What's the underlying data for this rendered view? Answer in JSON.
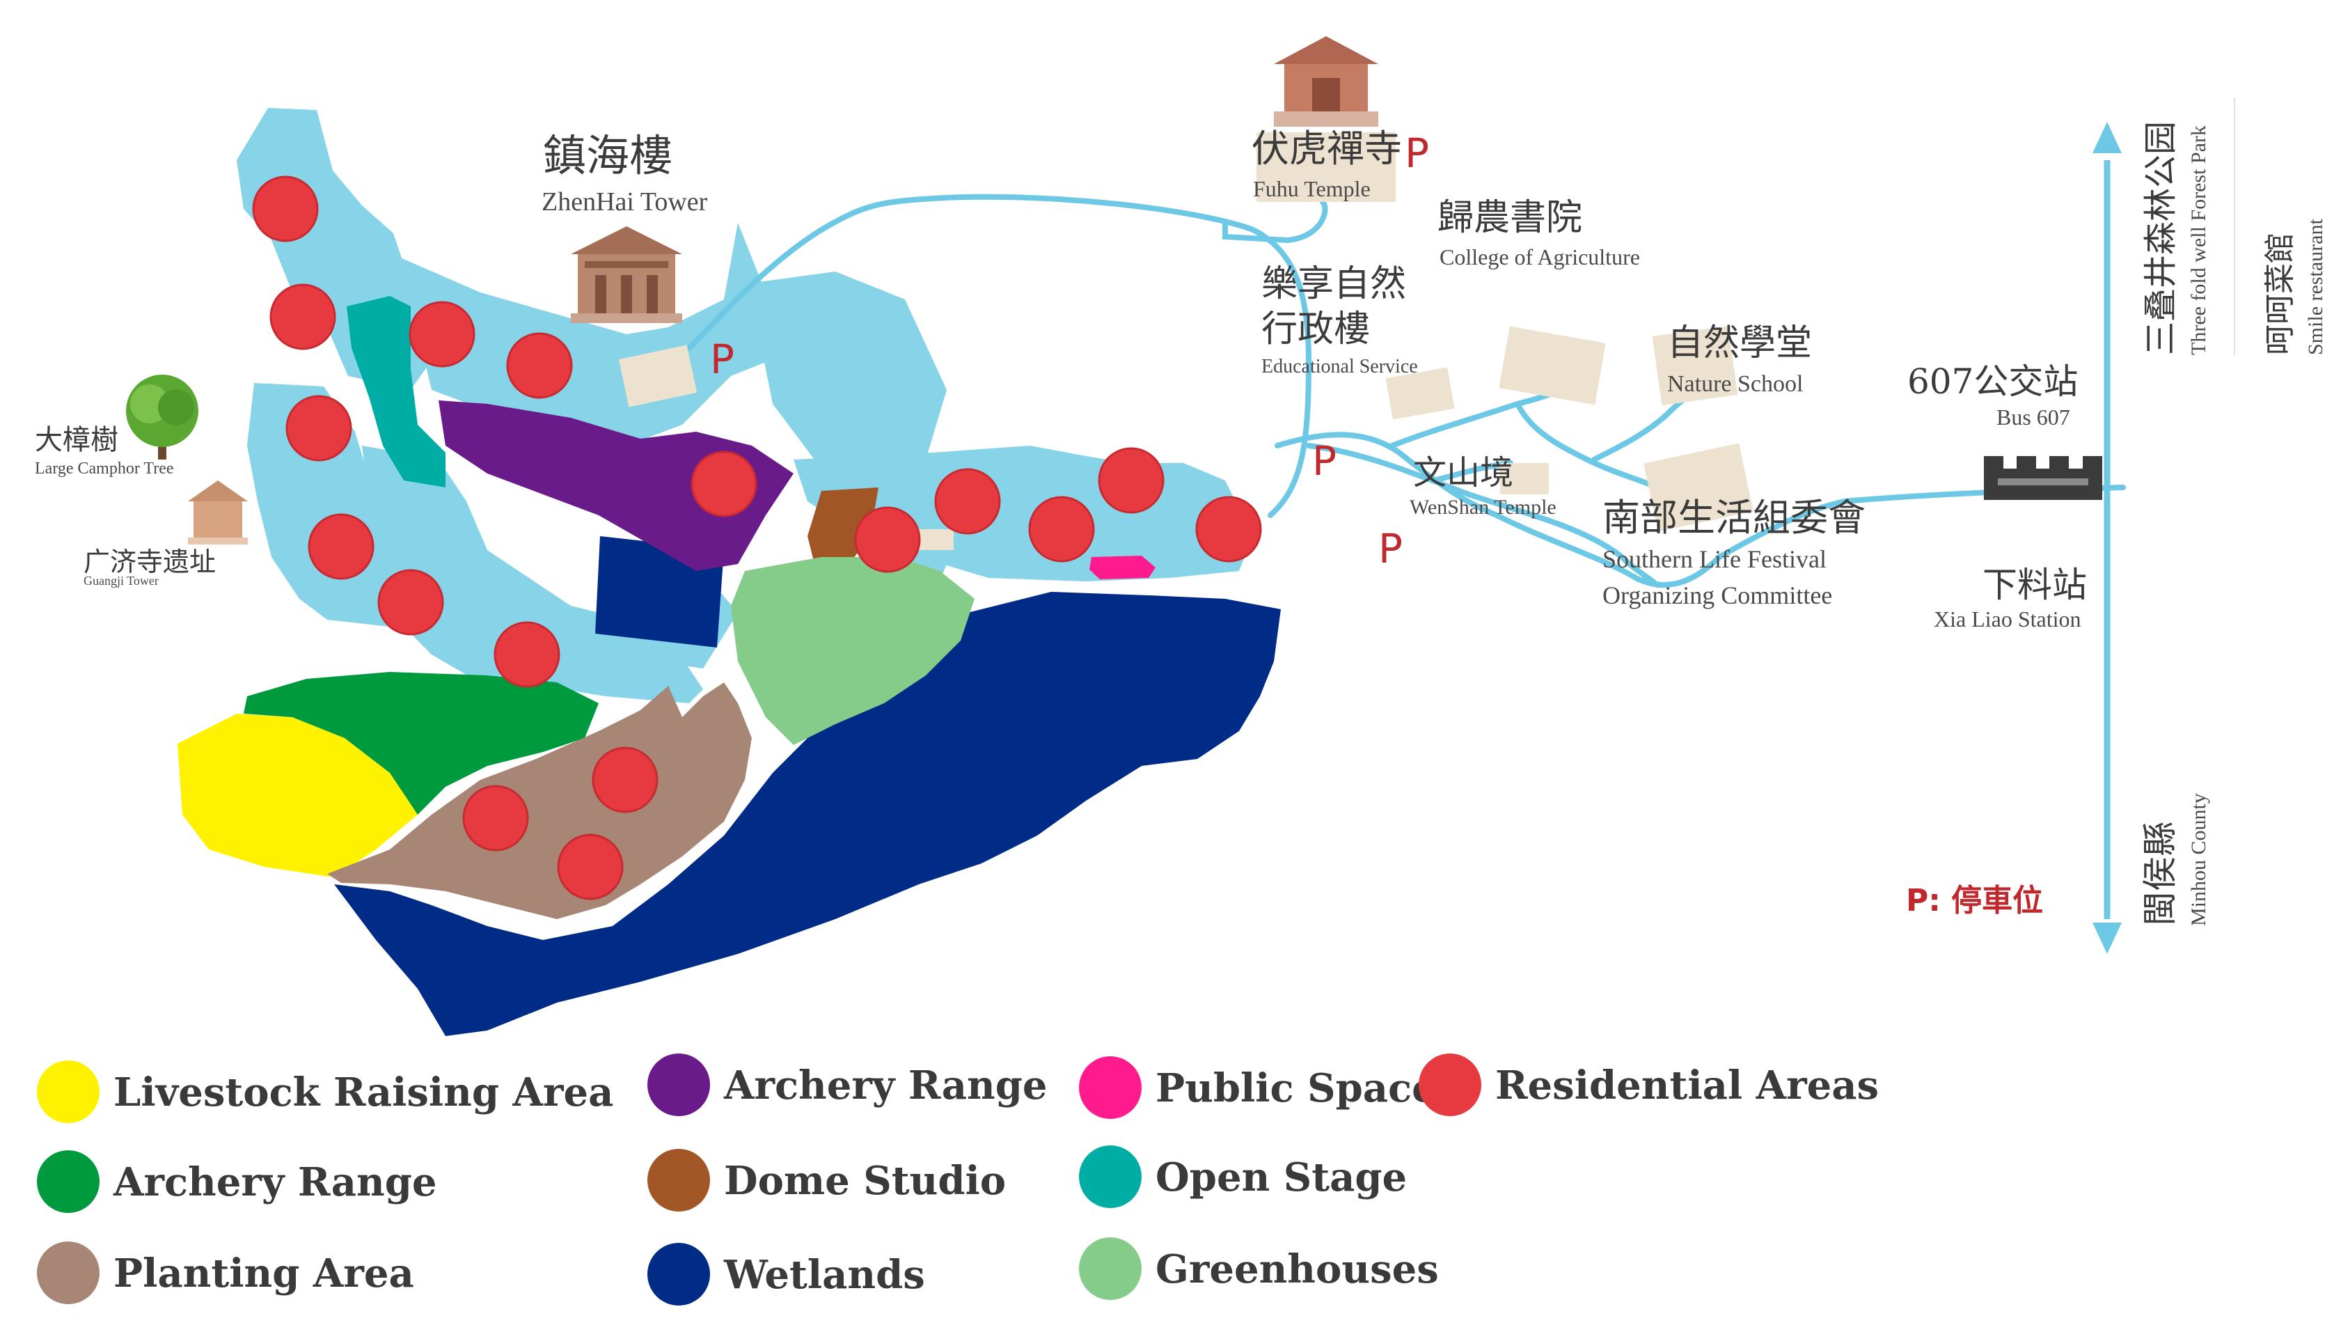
{
  "colors": {
    "water": "#87d3e8",
    "road": "#6cc8e4",
    "building": "#ece2cf",
    "livestock": "#fff200",
    "archery_green": "#009a3e",
    "planting": "#a88676",
    "archery_purple": "#6a1b8a",
    "dome": "#a25525",
    "wetlands": "#002c87",
    "public": "#ff1b8d",
    "stage": "#00ada5",
    "greenhouses": "#85cc8a",
    "residential": "#e63a40",
    "parking": "#c0282d"
  },
  "places": {
    "zhenhai": {
      "zh": "鎮海樓",
      "en": "ZhenHai Tower"
    },
    "fuhu": {
      "zh": "伏虎禪寺",
      "en": "Fuhu Temple"
    },
    "agriculture": {
      "zh": "歸農書院",
      "en": "College of Agriculture"
    },
    "educational": {
      "zh1": "樂享自然",
      "zh2": "行政樓",
      "en": "Educational Service"
    },
    "nature_school": {
      "zh": "自然學堂",
      "en": "Nature School"
    },
    "wenshan": {
      "zh": "文山境",
      "en": "WenShan Temple"
    },
    "southern": {
      "zh": "南部生活組委會",
      "en1": "Southern Life Festival",
      "en2": "Organizing Committee"
    },
    "bus": {
      "zh": "607公交站",
      "en": "Bus 607"
    },
    "xialiao": {
      "zh": "下料站",
      "en": "Xia Liao Station"
    },
    "camphor": {
      "zh": "大樟樹",
      "en": "Large Camphor Tree"
    },
    "guangji": {
      "zh": "广济寺遗址",
      "en": "Guangji Tower"
    },
    "forest_park": {
      "zh": "三叠井森林公园",
      "en": "Three fold well Forest Park"
    },
    "smile": {
      "zh": "呵呵菜館",
      "en": "Smile restaurant"
    },
    "minhou": {
      "zh": "閩侯縣",
      "en": "Minhou County"
    }
  },
  "parking": {
    "symbol": "P",
    "legend": "P: 停車位"
  },
  "legend": [
    {
      "label": "Livestock Raising Area",
      "color": "#fff200"
    },
    {
      "label": "Archery Range",
      "color": "#009a3e"
    },
    {
      "label": "Planting Area",
      "color": "#a88676"
    },
    {
      "label": "Archery Range",
      "color": "#6a1b8a"
    },
    {
      "label": "Dome Studio",
      "color": "#a25525"
    },
    {
      "label": "Wetlands",
      "color": "#002c87"
    },
    {
      "label": "Public Space",
      "color": "#ff1b8d"
    },
    {
      "label": "Open Stage",
      "color": "#00ada5"
    },
    {
      "label": "Greenhouses",
      "color": "#85cc8a"
    },
    {
      "label": "Residential Areas",
      "color": "#e63a40"
    }
  ],
  "icons": [
    "tower-building-icon",
    "temple-building-icon",
    "camphor-tree-icon",
    "ruin-tower-icon",
    "bus-stop-icon",
    "up-arrow-icon",
    "down-arrow-icon"
  ]
}
